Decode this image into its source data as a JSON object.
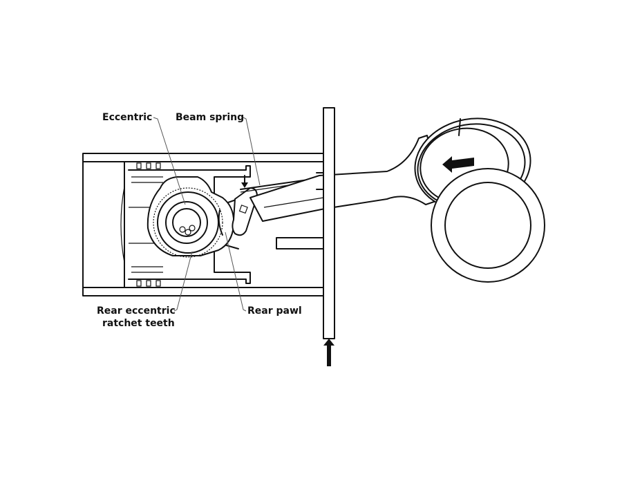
{
  "labels": {
    "eccentric": "Eccentric",
    "beam_spring": "Beam spring",
    "rear_eccentric_line1": "Rear eccentric",
    "rear_eccentric_line2": "ratchet teeth",
    "rear_pawl": "Rear pawl"
  }
}
